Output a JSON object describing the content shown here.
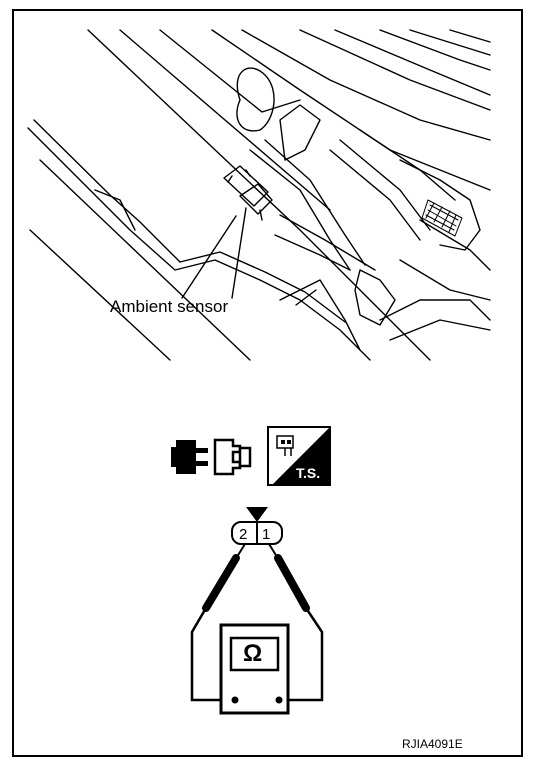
{
  "labels": {
    "ambient_sensor": "Ambient sensor",
    "figure_code": "RJIA4091E",
    "pin_left": "2",
    "pin_right": "1",
    "ts_text": "T.S.",
    "meter_symbol": "Ω"
  },
  "icons": [
    "disconnected-connector-icon",
    "ts-harness-connector-icon",
    "ohmmeter-icon",
    "pointer-arrow-icon"
  ],
  "colors": {
    "line": "#000000",
    "background": "#ffffff"
  }
}
